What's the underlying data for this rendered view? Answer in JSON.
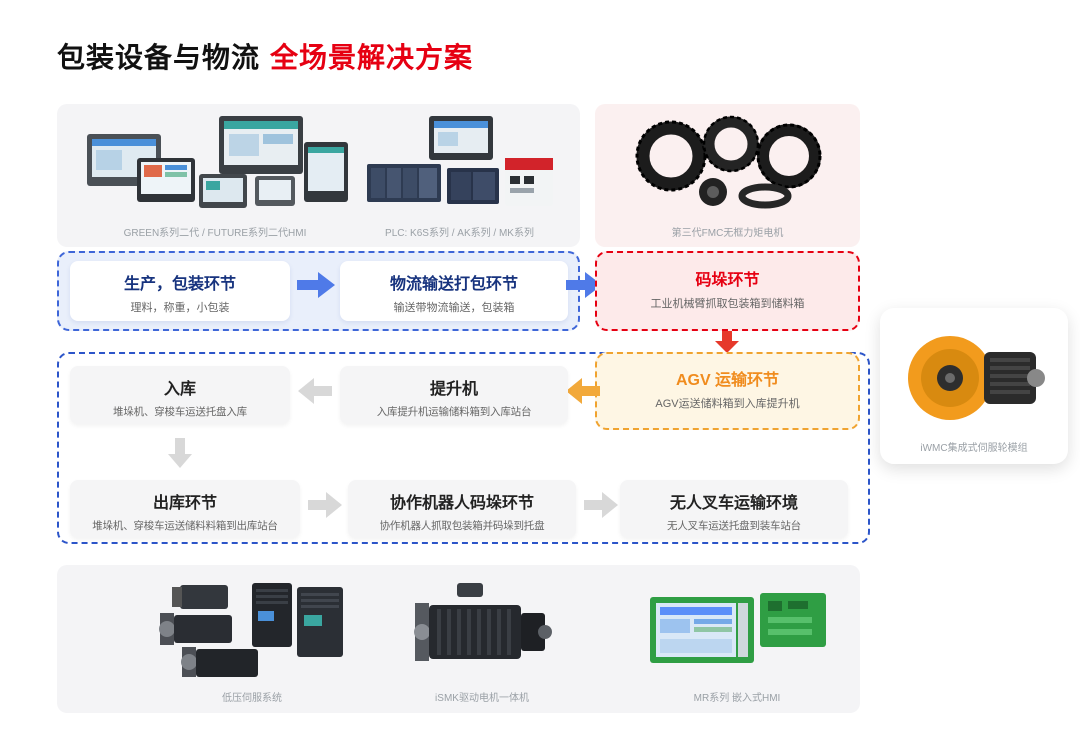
{
  "title": {
    "main": "包装设备与物流",
    "highlight": "全场景解决方案"
  },
  "top_products": {
    "hmi_caption": "GREEN系列二代 / FUTURE系列二代HMI",
    "plc_caption": "PLC: K6S系列 / AK系列 / MK系列",
    "motor_caption": "第三代FMC无框力矩电机"
  },
  "flow": {
    "production": {
      "title": "生产，包装环节",
      "subtitle": "理料，称重，小包装"
    },
    "logistics": {
      "title": "物流输送打包环节",
      "subtitle": "输送带物流输送，包装箱"
    },
    "palletizing": {
      "title": "码垛环节",
      "subtitle": "工业机械臂抓取包装箱到储料箱"
    },
    "agv": {
      "title": "AGV 运输环节",
      "subtitle": "AGV运送储料箱到入库提升机"
    },
    "hoist": {
      "title": "提升机",
      "subtitle": "入库提升机运输储料箱到入库站台"
    },
    "inbound": {
      "title": "入库",
      "subtitle": "堆垛机、穿梭车运送托盘入库"
    },
    "outbound": {
      "title": "出库环节",
      "subtitle": "堆垛机、穿梭车运送储料料箱到出库站台"
    },
    "cobot": {
      "title": "协作机器人码垛环节",
      "subtitle": "协作机器人抓取包装箱并码垛到托盘"
    },
    "forklift": {
      "title": "无人叉车运输环境",
      "subtitle": "无人叉车运送托盘到装车站台"
    }
  },
  "side_product": {
    "caption": "iWMC集成式伺服轮模组"
  },
  "bottom_products": {
    "servo_caption": "低压伺服系统",
    "ismk_caption": "iSMK驱动电机一体机",
    "mr_caption": "MR系列 嵌入式HMI"
  },
  "colors": {
    "accent_red": "#e60012",
    "accent_blue": "#2c55c9",
    "accent_orange": "#f5a623"
  }
}
